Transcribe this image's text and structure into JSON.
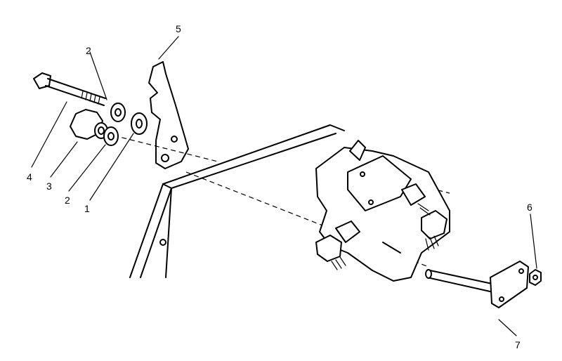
{
  "callouts": [
    {
      "id": "c1",
      "text": "1"
    },
    {
      "id": "c2a",
      "text": "2"
    },
    {
      "id": "c2b",
      "text": "2"
    },
    {
      "id": "c3",
      "text": "3"
    },
    {
      "id": "c4",
      "text": "4"
    },
    {
      "id": "c5",
      "text": "5"
    },
    {
      "id": "c6",
      "text": "6"
    },
    {
      "id": "c7",
      "text": "7"
    }
  ]
}
